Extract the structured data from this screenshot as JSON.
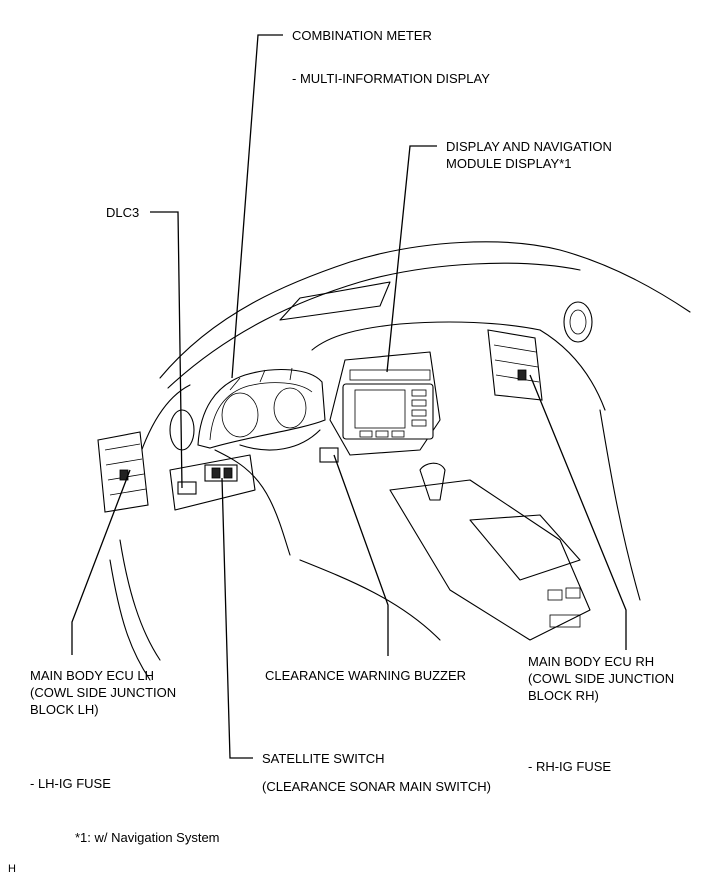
{
  "labels": {
    "combination_meter": "COMBINATION METER",
    "multi_info": "- MULTI-INFORMATION DISPLAY",
    "display_nav_line1": "DISPLAY AND NAVIGATION",
    "display_nav_line2": "MODULE DISPLAY*1",
    "dlc3": "DLC3",
    "ecu_lh_line1": "MAIN BODY ECU LH",
    "ecu_lh_line2": "(COWL SIDE JUNCTION",
    "ecu_lh_line3": "BLOCK LH)",
    "lh_fuse": "- LH-IG FUSE",
    "buzzer": "CLEARANCE WARNING BUZZER",
    "ecu_rh_line1": "MAIN BODY ECU RH",
    "ecu_rh_line2": "(COWL SIDE JUNCTION",
    "ecu_rh_line3": "BLOCK RH)",
    "rh_fuse": "- RH-IG FUSE",
    "satellite": "SATELLITE SWITCH",
    "sonar": "(CLEARANCE SONAR MAIN SWITCH)",
    "footnote": "*1: w/ Navigation System",
    "corner": "H"
  }
}
